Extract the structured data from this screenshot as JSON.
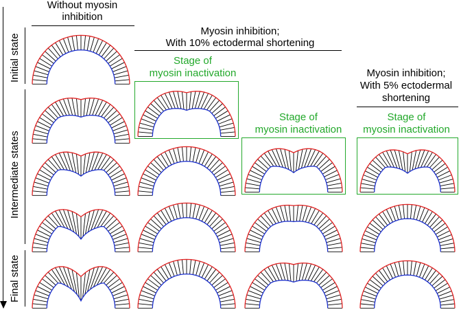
{
  "headers": {
    "col1": "Without myosin inhibition",
    "col1_line1": "Without myosin",
    "col1_line2": "inhibition",
    "col2_line1": "Myosin inhibition;",
    "col2_line2": "With 10% ectodermal shortening",
    "col4_line1": "Myosin inhibition;",
    "col4_line2": "With 5% ectodermal",
    "col4_line3": "shortening"
  },
  "row_labels": {
    "initial": "Initial state",
    "intermediate": "Intermediate states",
    "final": "Final state"
  },
  "stage_label_line1": "Stage of",
  "stage_label_line2": "myosin inactivation",
  "colors": {
    "apical": "#e02020",
    "basal": "#1a2ecc",
    "lateral": "#000000",
    "highlight_box": "#22a82a"
  },
  "panels": [
    {
      "name": "col1-initial",
      "shape": "arch",
      "invag": 0.0
    },
    {
      "name": "col1-int1",
      "shape": "m",
      "invag": 0.3
    },
    {
      "name": "col1-int2",
      "shape": "m",
      "invag": 0.55
    },
    {
      "name": "col1-int3",
      "shape": "m",
      "invag": 0.8
    },
    {
      "name": "col1-final",
      "shape": "m",
      "invag": 1.0
    },
    {
      "name": "col2-int1",
      "shape": "m",
      "invag": 0.3
    },
    {
      "name": "col2-int2",
      "shape": "arch",
      "invag": 0.0
    },
    {
      "name": "col2-int3",
      "shape": "arch",
      "invag": 0.0
    },
    {
      "name": "col2-final",
      "shape": "arch",
      "invag": 0.0
    },
    {
      "name": "col3-int2",
      "shape": "m",
      "invag": 0.55
    },
    {
      "name": "col3-int3",
      "shape": "arch",
      "invag": 0.15
    },
    {
      "name": "col3-final",
      "shape": "arch",
      "invag": 0.3
    },
    {
      "name": "col4-int2",
      "shape": "m",
      "invag": 0.55
    },
    {
      "name": "col4-int3",
      "shape": "arch",
      "invag": 0.0
    },
    {
      "name": "col4-final",
      "shape": "arch",
      "invag": 0.0
    }
  ]
}
